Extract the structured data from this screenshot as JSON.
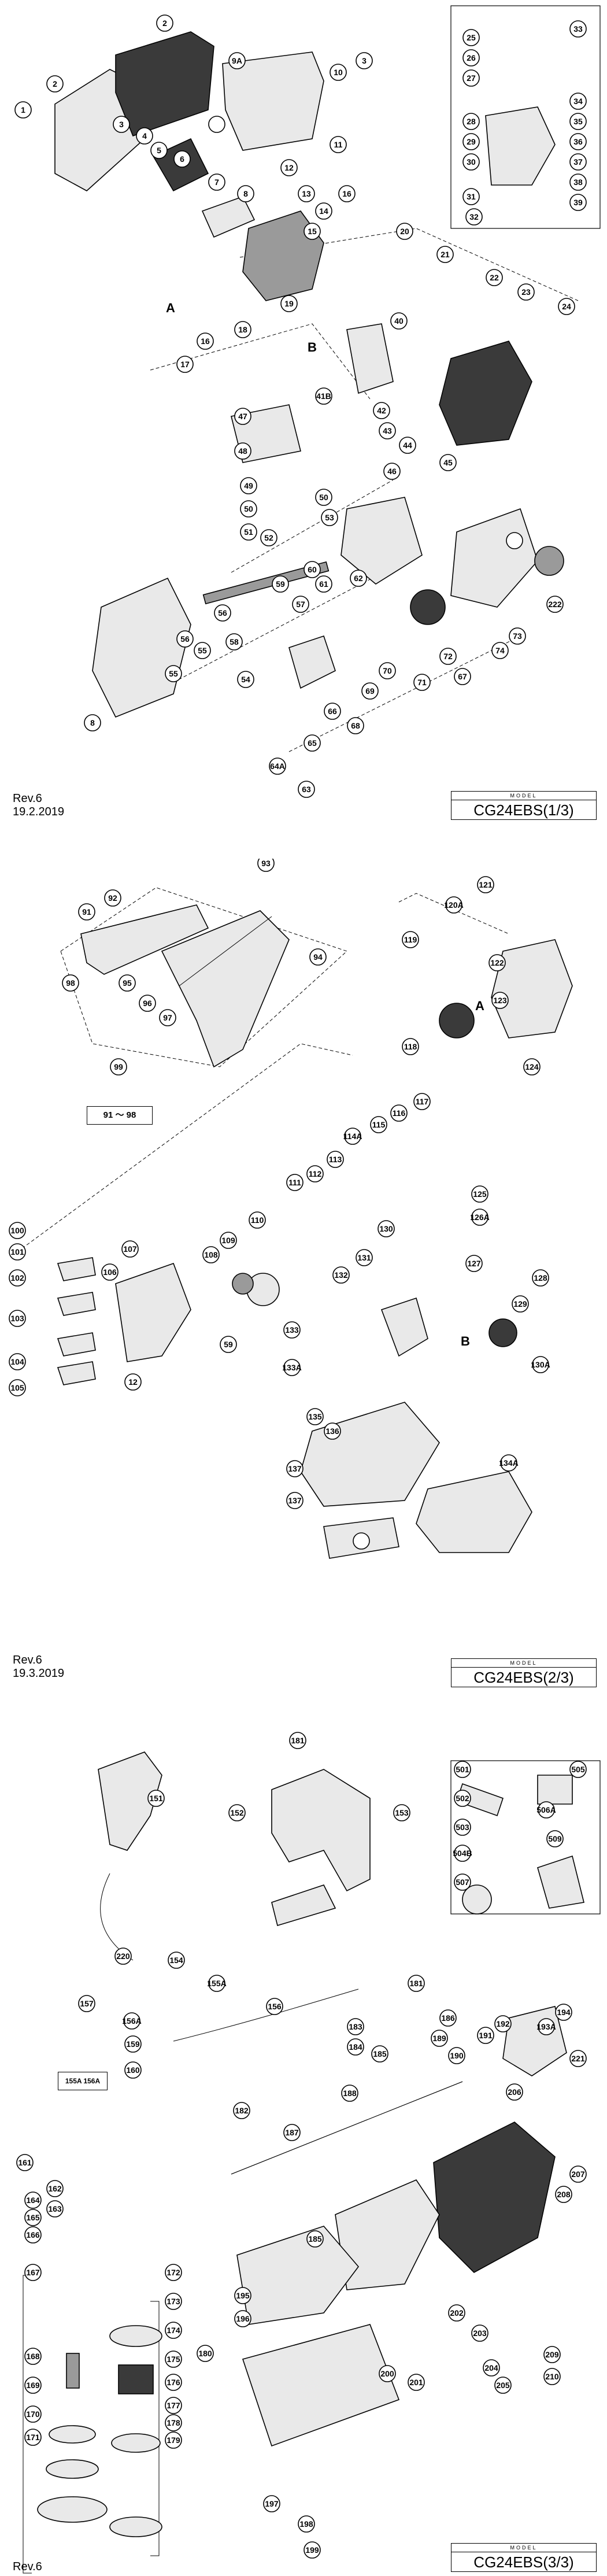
{
  "sheets": [
    {
      "revision": "Rev.6",
      "date": "19.2.2019",
      "model_label": "MODEL",
      "model_name": "CG24EBS(1/3)"
    },
    {
      "revision": "Rev.6",
      "date": "19.3.2019",
      "model_label": "MODEL",
      "model_name": "CG24EBS(2/3)"
    },
    {
      "revision": "Rev.6",
      "date": "",
      "model_label": "MODEL",
      "model_name": "CG24EBS(3/3)"
    }
  ],
  "sheet1_parts": [
    "1",
    "2",
    "2",
    "3",
    "3",
    "4",
    "5",
    "6",
    "7",
    "8",
    "8",
    "9A",
    "10",
    "11",
    "12",
    "13",
    "14",
    "15",
    "16",
    "16",
    "17",
    "18",
    "19",
    "20",
    "21",
    "22",
    "23",
    "24",
    "25",
    "26",
    "27",
    "28",
    "29",
    "30",
    "31",
    "32",
    "33",
    "34",
    "35",
    "36",
    "37",
    "38",
    "39",
    "40",
    "41B",
    "42",
    "43",
    "44",
    "45",
    "46",
    "47",
    "48",
    "49",
    "50",
    "50",
    "51",
    "52",
    "53",
    "54",
    "55",
    "55",
    "56",
    "56",
    "57",
    "58",
    "59",
    "60",
    "61",
    "62",
    "63",
    "64A",
    "65",
    "66",
    "67",
    "68",
    "69",
    "70",
    "71",
    "72",
    "73",
    "74",
    "222"
  ],
  "sheet1_letters": [
    "A",
    "B"
  ],
  "sheet2_parts": [
    "12",
    "59",
    "91",
    "92",
    "93",
    "94",
    "95",
    "96",
    "97",
    "98",
    "99",
    "100",
    "101",
    "102",
    "103",
    "104",
    "105",
    "106",
    "107",
    "108",
    "109",
    "110",
    "111",
    "112",
    "113",
    "114A",
    "115",
    "116",
    "117",
    "118",
    "119",
    "120A",
    "121",
    "122",
    "123",
    "124",
    "125",
    "126A",
    "127",
    "128",
    "129",
    "130",
    "130A",
    "131",
    "132",
    "133",
    "133A",
    "134A",
    "135",
    "136",
    "137",
    "137"
  ],
  "sheet2_letters": [
    "A",
    "B"
  ],
  "sheet2_set": {
    "from": "91",
    "to": "98",
    "separator": "〜"
  },
  "sheet3_parts": [
    "151",
    "152",
    "153",
    "154",
    "155A",
    "156",
    "156A",
    "157",
    "159",
    "160",
    "161",
    "162",
    "163",
    "164",
    "165",
    "166",
    "167",
    "168",
    "169",
    "170",
    "171",
    "172",
    "173",
    "174",
    "175",
    "176",
    "177",
    "178",
    "179",
    "180",
    "181",
    "181",
    "182",
    "183",
    "184",
    "185",
    "185",
    "186",
    "187",
    "188",
    "189",
    "190",
    "191",
    "192",
    "193A",
    "194",
    "195",
    "196",
    "197",
    "198",
    "199",
    "200",
    "201",
    "202",
    "203",
    "204",
    "205",
    "206",
    "207",
    "208",
    "209",
    "210",
    "220",
    "221",
    "501",
    "502",
    "503",
    "504B",
    "505",
    "506A",
    "507",
    "509"
  ],
  "sheet3_boxed": [
    "155A",
    "156A"
  ]
}
